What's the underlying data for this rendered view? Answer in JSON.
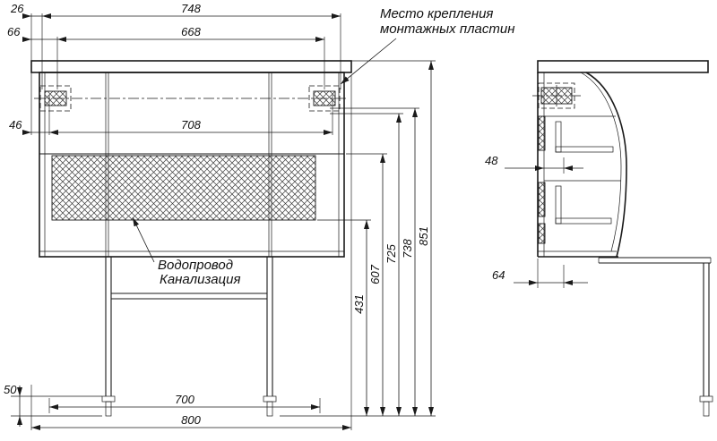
{
  "drawing": {
    "kind": "furniture-installation-drawing",
    "notes": {
      "mounting": {
        "line1": "Место крепления",
        "line2": "монтажных пластин"
      },
      "plumbing": {
        "line1": "Водопровод",
        "line2": "Канализация"
      }
    },
    "dims": {
      "d26": "26",
      "d748": "748",
      "d66": "66",
      "d668": "668",
      "d46": "46",
      "d708": "708",
      "d431": "431",
      "d607": "607",
      "d725": "725",
      "d738": "738",
      "d851": "851",
      "d50": "50",
      "d700": "700",
      "d800": "800",
      "d48": "48",
      "d64": "64"
    },
    "colors": {
      "line": "#1a1a1a",
      "background": "#ffffff"
    }
  }
}
